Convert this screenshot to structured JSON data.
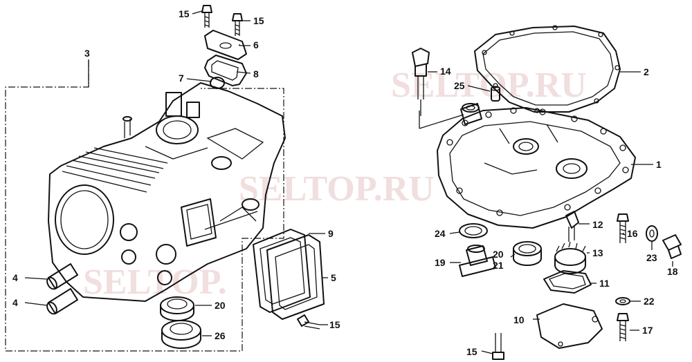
{
  "watermark": {
    "text": "SELTOP.RU",
    "text_partial_1": "SELTOP.",
    "text_partial_2": "SELTOP.RU",
    "text_partial_3": "SELTOP.",
    "text_partial_4": "RU"
  },
  "callouts": {
    "c1": "1",
    "c2": "2",
    "c3": "3",
    "c4a": "4",
    "c4b": "4",
    "c5": "5",
    "c6": "6",
    "c7": "7",
    "c8": "8",
    "c9": "9",
    "c10": "10",
    "c11": "11",
    "c12": "12",
    "c13": "13",
    "c14": "14",
    "c15a": "15",
    "c15b": "15",
    "c15c": "15",
    "c15d": "15",
    "c16": "16",
    "c17": "17",
    "c18": "18",
    "c19": "19",
    "c20a": "20",
    "c20b": "20",
    "c21": "21",
    "c22": "22",
    "c23": "23",
    "c24": "24",
    "c25": "25",
    "c26": "26"
  }
}
